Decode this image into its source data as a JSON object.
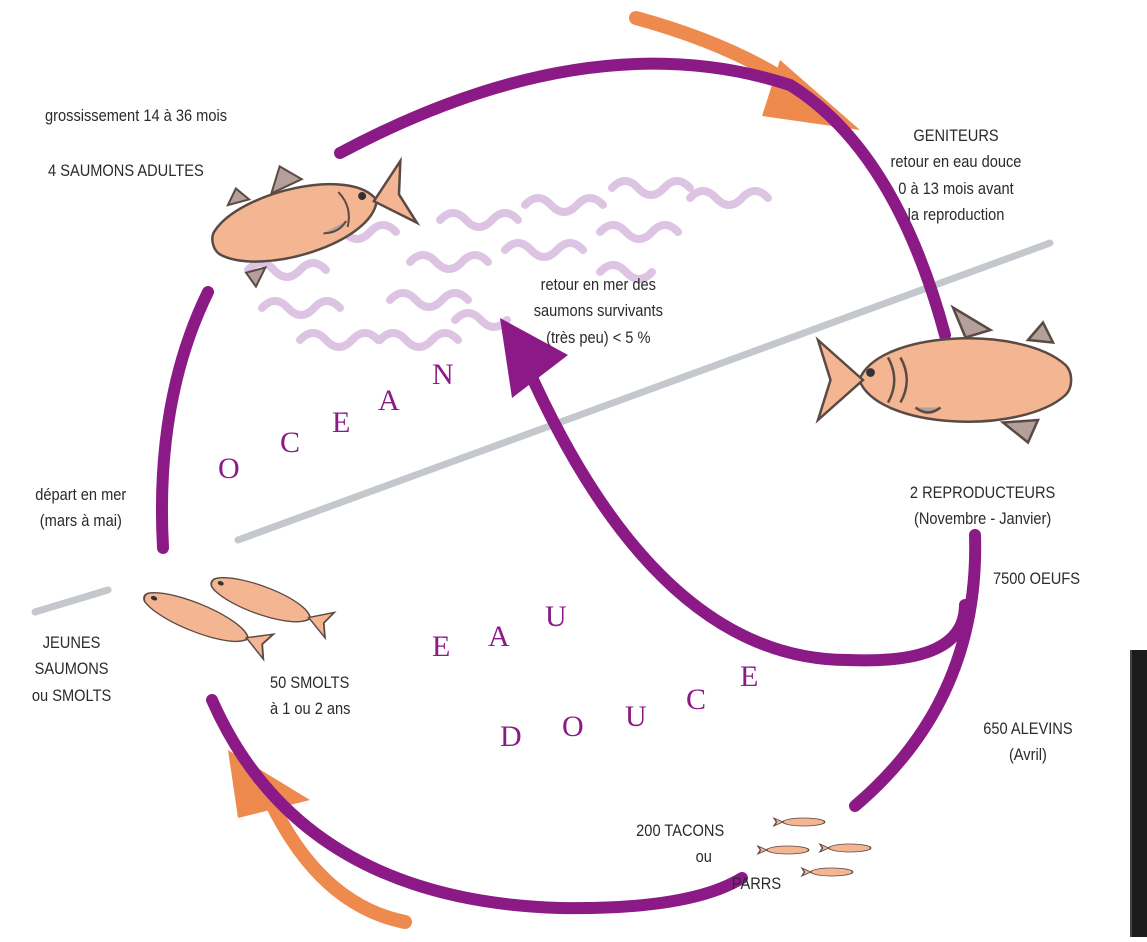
{
  "labels": {
    "growth": "grossissement 14 à 36 mois",
    "adults": "4 SAUMONS ADULTES",
    "geniteurs": [
      "GENITEURS",
      "retour en eau douce",
      "0 à 13 mois avant",
      "la reproduction"
    ],
    "retour_mer": [
      "retour en mer des",
      "saumons survivants",
      "(très peu) < 5 %"
    ],
    "reproducteurs": [
      "2 REPRODUCTEURS",
      "(Novembre - Janvier)"
    ],
    "oeufs": "7500 OEUFS",
    "alevins": [
      "650 ALEVINS",
      "(Avril)"
    ],
    "tacons": [
      "200 TACONS",
      "ou",
      "PARRS"
    ],
    "smolts_count": [
      "50 SMOLTS",
      "à 1 ou 2 ans"
    ],
    "jeunes": [
      "JEUNES",
      "SAUMONS",
      "ou SMOLTS"
    ],
    "depart": [
      "départ en mer",
      "(mars à mai)"
    ],
    "ocean_letters": [
      "O",
      "C",
      "E",
      "A",
      "N"
    ],
    "eau_letters": [
      "E",
      "A",
      "U"
    ],
    "douce_letters": [
      "D",
      "O",
      "U",
      "C",
      "E"
    ]
  },
  "colors": {
    "cycle_arc": "#8b1a86",
    "direction_arrow": "#ee8a4e",
    "fish_body": "#f4b592",
    "fish_outline": "#5a4a44",
    "waves": "#dcc4e2",
    "shoreline": "#c4c8cc"
  }
}
